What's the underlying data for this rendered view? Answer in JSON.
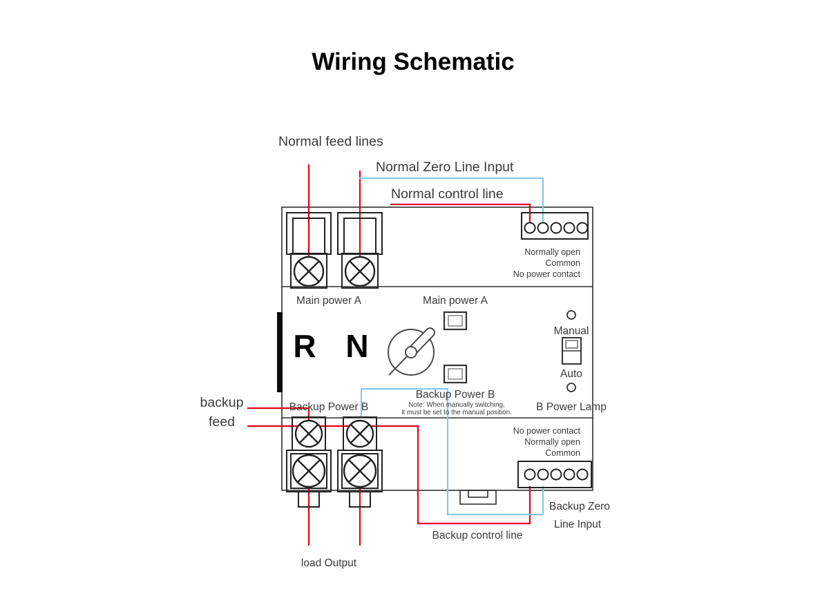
{
  "title": "Wiring Schematic",
  "colors": {
    "wire_red": "#e60012",
    "wire_blue": "#85c9e6",
    "outline": "#2e2e2e"
  },
  "labels": {
    "normal_feed_lines": "Normal feed lines",
    "normal_zero_line_input": "Normal Zero Line Input",
    "normal_control_line": "Normal control line",
    "top_contacts": [
      "Normally open",
      "Common",
      "No power contact"
    ],
    "main_power_a_left": "Main power A",
    "main_power_a_center": "Main power A",
    "phase_r": "R",
    "phase_n": "N",
    "manual": "Manual",
    "auto": "Auto",
    "backup_power_b_center": "Backup Power B",
    "note_line1": "Note: When manually switching,",
    "note_line2": "it must be set to the manual position.",
    "b_power_lamp": "B Power Lamp",
    "backup_power_b_left": "Backup Power B",
    "backup_feed_line1": "backup",
    "backup_feed_line2": "feed",
    "bottom_contacts": [
      "No power contact",
      "Normally open",
      "Common"
    ],
    "backup_zero_line1": "Backup Zero",
    "backup_zero_line2": "Line Input",
    "backup_control_line": "Backup control line",
    "load_output": "load Output"
  }
}
